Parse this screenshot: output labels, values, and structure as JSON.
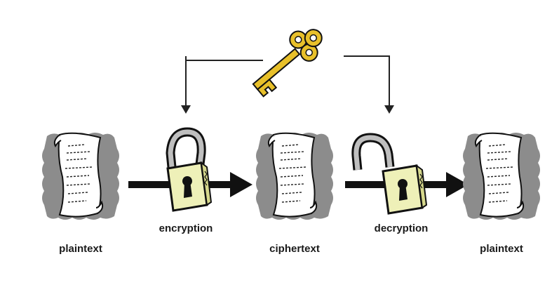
{
  "labels": {
    "plaintext_in": "plaintext",
    "encryption": "encryption",
    "ciphertext": "ciphertext",
    "decryption": "decryption",
    "plaintext_out": "plaintext"
  },
  "icons": {
    "key": "key-icon",
    "lock_closed": "closed-padlock-icon",
    "lock_open": "open-padlock-icon",
    "document": "document-icon"
  },
  "colors": {
    "key": "#e8c02a",
    "padlock_body": "#eef0b8",
    "document_shadow": "#8c8c8c",
    "stroke": "#111111"
  }
}
